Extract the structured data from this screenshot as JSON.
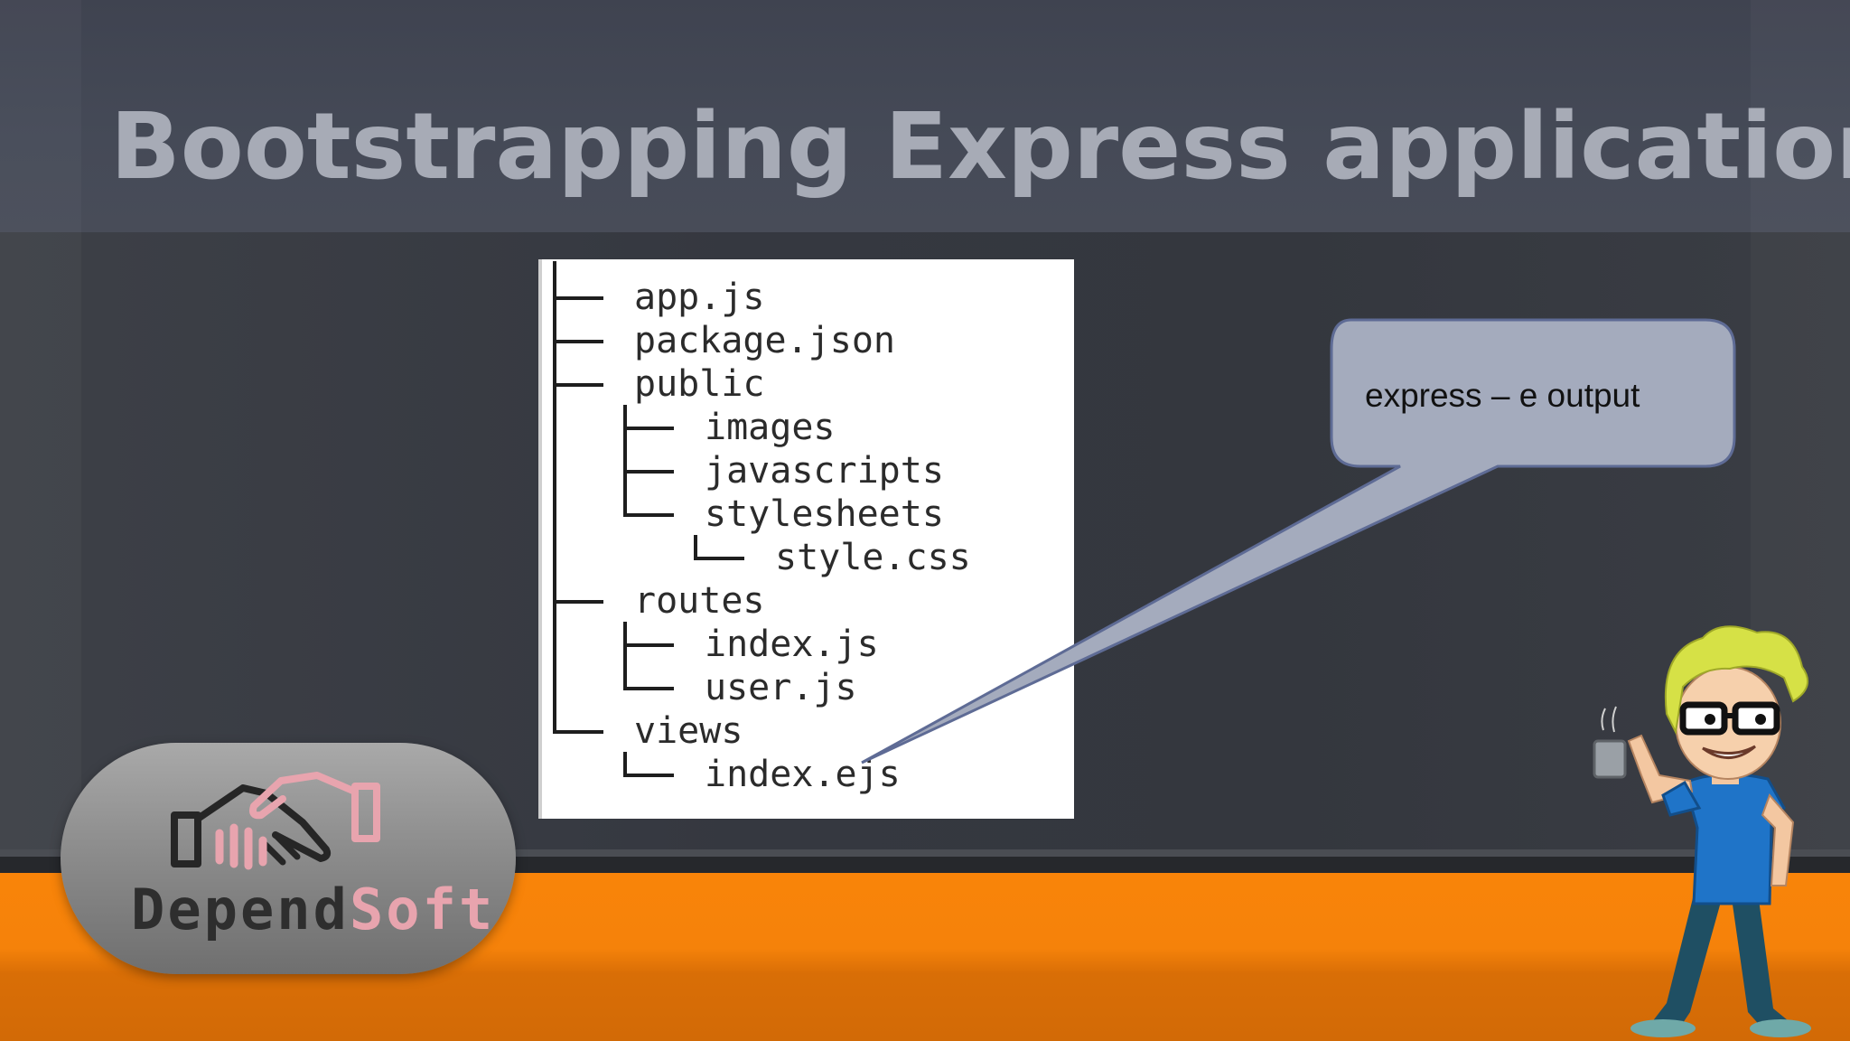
{
  "slide": {
    "title": "Bootstrapping Express application"
  },
  "file_tree": {
    "entries": [
      {
        "name": "app.js",
        "depth": 0
      },
      {
        "name": "package.json",
        "depth": 0
      },
      {
        "name": "public",
        "depth": 0
      },
      {
        "name": "images",
        "depth": 1
      },
      {
        "name": "javascripts",
        "depth": 1
      },
      {
        "name": "stylesheets",
        "depth": 1
      },
      {
        "name": "style.css",
        "depth": 2
      },
      {
        "name": "routes",
        "depth": 0
      },
      {
        "name": "index.js",
        "depth": 1
      },
      {
        "name": "user.js",
        "depth": 1
      },
      {
        "name": "views",
        "depth": 0
      },
      {
        "name": "index.ejs",
        "depth": 1
      }
    ]
  },
  "callout": {
    "text": "express – e output"
  },
  "logo": {
    "word_dark": "Depend",
    "word_accent": "Soft",
    "accent_color": "#e8a4ae"
  },
  "colors": {
    "title_text": "#a7abb6",
    "background": "#3a3d44",
    "orange_band": "#f98409",
    "callout_fill": "#a4abbd",
    "callout_stroke": "#5e6b95"
  },
  "icons": {
    "logo": "handshake-icon",
    "mascot": "cartoon-developer-mascot"
  }
}
